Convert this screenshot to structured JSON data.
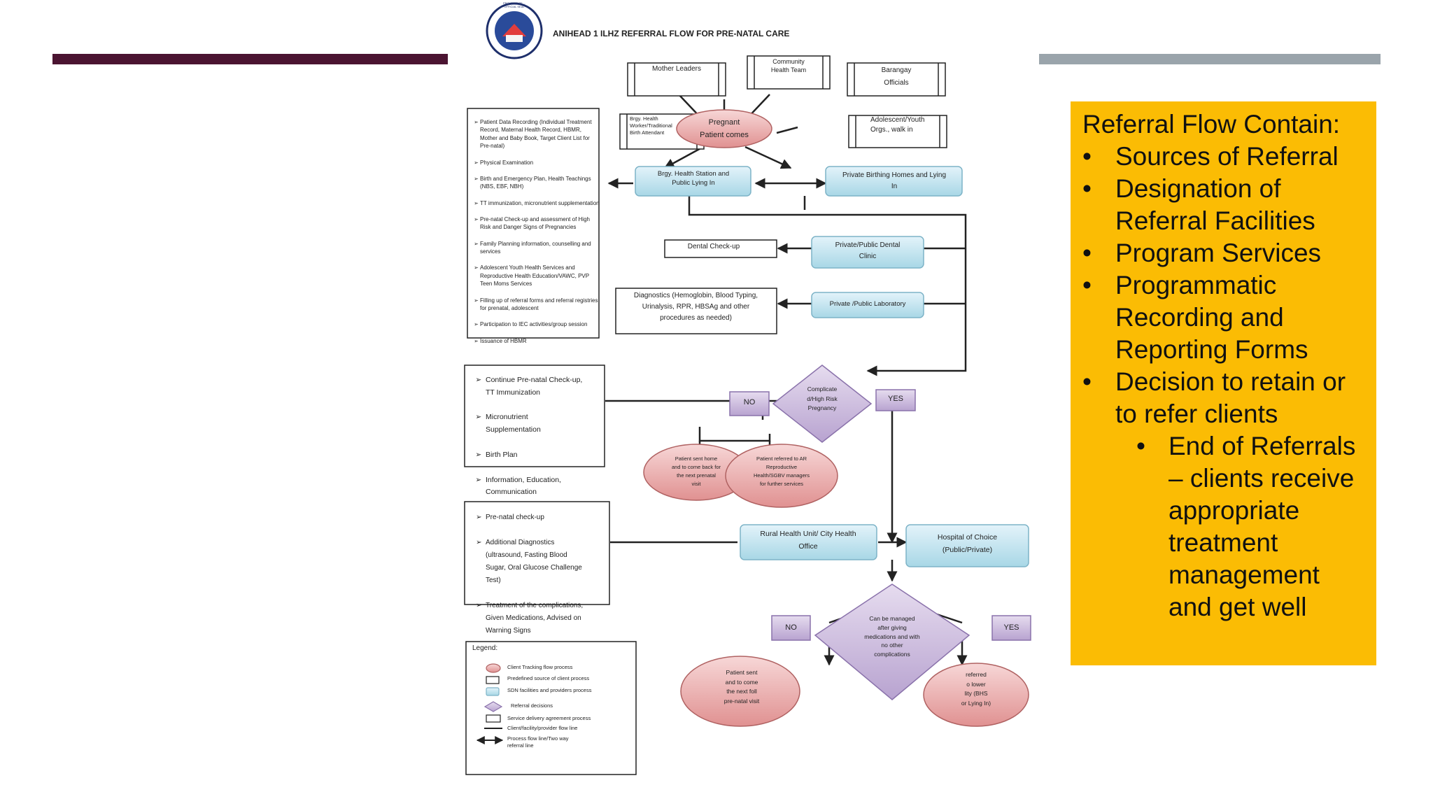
{
  "slide": {
    "accent_left": "#4b1431",
    "accent_right": "#9aa4ab",
    "callout_bg": "#fbbc04"
  },
  "flowchart": {
    "seal_label": "PROVINCE OF ... OFFICIAL SEAL",
    "title": "ANIHEAD 1 ILHZ REFERRAL FLOW FOR PRE-NATAL CARE",
    "sources": {
      "mother_leaders": "Mother Leaders",
      "community_health_team": "Community\nHealth Team",
      "barangay_officials": "Barangay\nOfficials",
      "brgy_health_workers": "Brgy. Health\nWorker/Traditional\nBirth Attendant",
      "adolescent_youth": "Adolescent/Youth\nOrgs., walk in"
    },
    "pregnant": "Pregnant\nPatient comes",
    "bhs": "Brgy. Health Station and\nPublic Lying In",
    "private_birthing": "Private Birthing Homes and Lying\nIn",
    "dental_checkup": "Dental Check-up",
    "dental_clinic": "Private/Public Dental\nClinic",
    "diagnostics": "Diagnostics (Hemoglobin, Blood Typing,\nUrinalysis, RPR, HBSAg and other\nprocedures as needed)",
    "laboratory": "Private /Public Laboratory",
    "services_list": [
      "Patient Data Recording (Individual Treatment Record, Maternal Health Record, HBMR, Mother and Baby Book, Target Client List for Pre-natal)",
      "Physical Examination",
      "Birth and Emergency Plan, Health Teachings (NBS, EBF, NBH)",
      "TT immunization, micronutrient supplementation",
      "Pre-natal Check-up and assessment of High Risk and Danger Signs of Pregnancies",
      "Family Planning information, counselling and services",
      "Adolescent Youth Health Services and Reproductive Health Education/VAWC, PVP Teen Moms Services",
      "Filling up of referral forms and referral registries for prenatal, adolescent",
      "Participation to IEC activities/group session",
      "Issuance of HBMR"
    ],
    "continue_list": [
      "Continue Pre-natal Check-up,\nTT Immunization",
      "Micronutrient\nSupplementation",
      "Birth Plan",
      "Information, Education,\nCommunication"
    ],
    "decision1": "Complicate\nd/High Risk\nPregnancy",
    "no_label": "NO",
    "yes_label": "YES",
    "sent_home": "Patient sent home\nand to come back for\nthe next prenatal\nvisit",
    "referred_ar": "Patient referred to AR\nReproductive\nHealth/SGBV managers\nfor further services",
    "rhu_list": [
      "Pre-natal check-up",
      "Additional Diagnostics\n(ultrasound, Fasting Blood\nSugar, Oral Glucose Challenge\nTest)",
      "Treatment of the complications,\nGiven Medications, Advised on\nWarning Signs"
    ],
    "rhu": "Rural Health Unit/ City Health\nOffice",
    "hospital": "Hospital of Choice\n(Public/Private)",
    "decision2": "Can be managed\nafter giving\nmedications and with\nno other\ncomplications",
    "no_label2": "NO",
    "yes_label2": "YES",
    "sent_next": "Patient sent\nand to come\nthe next foll\npre-natal visit",
    "referred_lower": "referred\no lower\nlity (BHS\nor Lying In)",
    "legend": {
      "title": "Legend:",
      "items": [
        "Client Tracking flow process",
        "Predefined source of client process",
        "SDN facilities and providers process",
        "Referral decisions",
        "Service delivery agreement process",
        "Client/facility/provider flow line",
        "Process flow line/Two way referral line"
      ]
    }
  },
  "callout": {
    "heading": "Referral Flow Contain:",
    "bullets": [
      "Sources of Referral",
      "Designation of Referral Facilities",
      "Program Services",
      "Programmatic Recording and Reporting Forms",
      "Decision to retain or to refer clients"
    ],
    "sub_bullets": [
      "End of Referrals – clients receive appropriate treatment management and get well"
    ]
  }
}
